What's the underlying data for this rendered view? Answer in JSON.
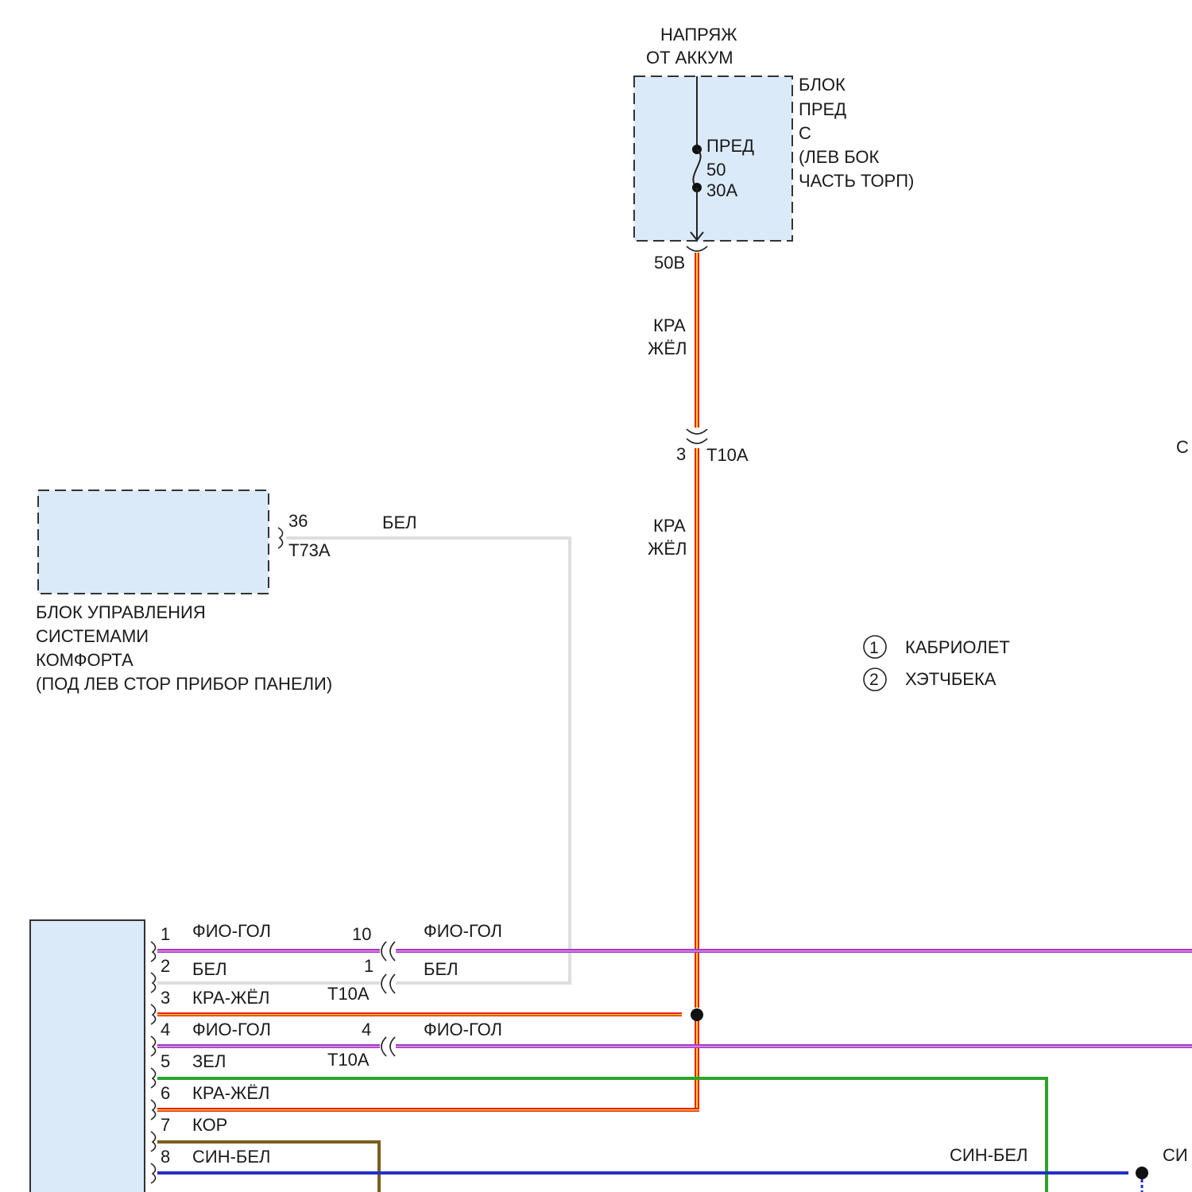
{
  "fuse_block": {
    "supply_line1": "НАПРЯЖ",
    "supply_line2": "ОТ АККУМ",
    "name_line1": "БЛОК",
    "name_line2": "ПРЕД",
    "name_line3": "С",
    "name_line4": "(ЛЕВ БОК",
    "name_line5": "ЧАСТЬ ТОРП)",
    "fuse_label": "ПРЕД",
    "fuse_number": "50",
    "fuse_rating": "30A",
    "terminal": "50B"
  },
  "vertical_wire": {
    "color_upper_line1": "КРА",
    "color_upper_line2": "ЖЁЛ",
    "connector_pin": "3",
    "connector_name": "T10A",
    "color_lower_line1": "КРА",
    "color_lower_line2": "ЖЁЛ"
  },
  "comfort_module": {
    "pin": "36",
    "connector": "T73A",
    "wire_color": "БЕЛ",
    "name_line1": "БЛОК УПРАВЛЕНИЯ",
    "name_line2": "СИСТЕМАМИ",
    "name_line3": "КОМФОРТА",
    "name_line4": "(ПОД ЛЕВ СТОР ПРИБОР ПАНЕЛИ)"
  },
  "legend": [
    {
      "num": "1",
      "text": "КАБРИОЛЕТ"
    },
    {
      "num": "2",
      "text": "ХЭТЧБЕКА"
    }
  ],
  "edge_labels": {
    "right_mid": "С",
    "right_bottom": "СИ"
  },
  "lower_connector": {
    "pins": [
      {
        "num": "1",
        "color": "ФИО-ГОЛ"
      },
      {
        "num": "2",
        "color": "БЕЛ"
      },
      {
        "num": "3",
        "color": "КРА-ЖЁЛ"
      },
      {
        "num": "4",
        "color": "ФИО-ГОЛ"
      },
      {
        "num": "5",
        "color": "ЗЕЛ"
      },
      {
        "num": "6",
        "color": "КРА-ЖЁЛ"
      },
      {
        "num": "7",
        "color": "КОР"
      },
      {
        "num": "8",
        "color": "СИН-БЕЛ"
      }
    ],
    "inline": [
      {
        "pin": "10",
        "color": "ФИО-ГОЛ"
      },
      {
        "pin": "1",
        "connector": "T10A",
        "color": "БЕЛ"
      },
      {
        "pin": "4",
        "connector": "T10A",
        "color": "ФИО-ГОЛ"
      }
    ],
    "right_wire_color": "СИН-БЕЛ"
  },
  "wire_colors": {
    "red": "#e8231f",
    "yellow": "#f2d21b",
    "violet": "#9b3fc7",
    "pink": "#f08de0",
    "white": "#dedede",
    "green": "#2aa52a",
    "brown": "#7a5c1c",
    "blue": "#2430c8",
    "box_fill": "#dbeaf8"
  }
}
